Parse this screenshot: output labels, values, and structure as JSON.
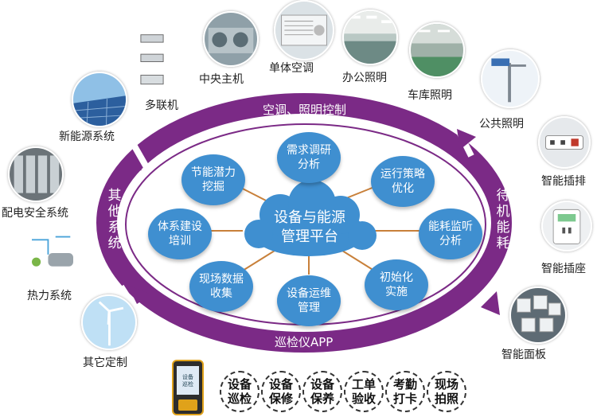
{
  "center": {
    "line1": "设备与能源",
    "line2": "管理平台"
  },
  "ring": {
    "top": "空调、照明控制",
    "bottom": "巡检仪APP",
    "left": "其他系统",
    "right": "待机能耗"
  },
  "nodes": [
    {
      "name": "demand-research",
      "l1": "需求调研",
      "l2": "分析"
    },
    {
      "name": "strategy-optimize",
      "l1": "运行策略",
      "l2": "优化"
    },
    {
      "name": "energy-monitor",
      "l1": "能耗监听",
      "l2": "分析"
    },
    {
      "name": "initialize",
      "l1": "初始化",
      "l2": "实施"
    },
    {
      "name": "device-maintenance",
      "l1": "设备运维",
      "l2": "管理"
    },
    {
      "name": "field-data",
      "l1": "现场数据",
      "l2": "收集"
    },
    {
      "name": "system-training",
      "l1": "体系建设",
      "l2": "培训"
    },
    {
      "name": "energy-saving",
      "l1": "节能潜力",
      "l2": "挖掘"
    }
  ],
  "outer": {
    "multi_split": "多联机",
    "central_host": "中央主机",
    "unit_ac": "单体空调",
    "office_light": "办公照明",
    "garage_light": "车库照明",
    "public_light": "公共照明",
    "smart_strip": "智能插排",
    "smart_socket": "智能插座",
    "smart_panel": "智能面板",
    "new_energy": "新能源系统",
    "power_safety": "配电安全系统",
    "thermal": "热力系统",
    "custom": "其它定制"
  },
  "features": [
    {
      "l1": "设备",
      "l2": "巡检"
    },
    {
      "l1": "设备",
      "l2": "保修"
    },
    {
      "l1": "设备",
      "l2": "保养"
    },
    {
      "l1": "工单",
      "l2": "验收"
    },
    {
      "l1": "考勤",
      "l2": "打卡"
    },
    {
      "l1": "现场",
      "l2": "拍照"
    }
  ],
  "device_text": {
    "line1": "设备",
    "line2": "巡检"
  },
  "colors": {
    "ring": "#7b2a86",
    "node": "#3f8fd0",
    "cloud": "#3f8fd0",
    "link": "#c8803a"
  }
}
